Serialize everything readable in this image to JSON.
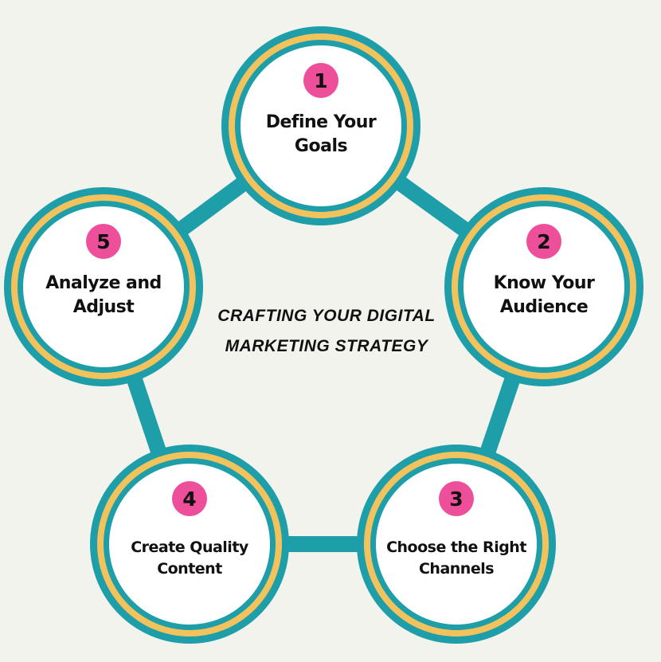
{
  "title": "CRAFTING YOUR DIGITAL MARKETING STRATEGY",
  "colors": {
    "background": "#f3f3ee",
    "connector": "#1e9ea9",
    "ring_teal": "#1e9ea9",
    "ring_gold": "#f2c25c",
    "badge": "#ee4f9a"
  },
  "steps": [
    {
      "number": "1",
      "label": "Define Your Goals"
    },
    {
      "number": "2",
      "label": "Know Your Audience"
    },
    {
      "number": "3",
      "label": "Choose the Right Channels"
    },
    {
      "number": "4",
      "label": "Create Quality Content"
    },
    {
      "number": "5",
      "label": "Analyze and Adjust"
    }
  ]
}
